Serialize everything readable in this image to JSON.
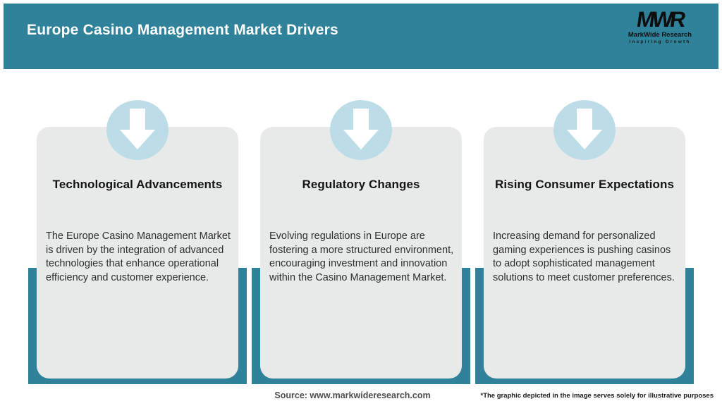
{
  "header": {
    "title": "Europe Casino Management Market Drivers",
    "logo": {
      "acronym": "MWR",
      "name": "MarkWide Research",
      "tagline": "Inspiring Growth"
    }
  },
  "cards": [
    {
      "icon": "down-arrow-icon",
      "title": "Technological Advancements",
      "description": "The Europe Casino Management Market is driven by the integration of advanced technologies that enhance operational efficiency and customer experience."
    },
    {
      "icon": "down-arrow-icon",
      "title": "Regulatory Changes",
      "description": "Evolving regulations in Europe are fostering a more structured environment, encouraging investment and innovation within the Casino Management Market."
    },
    {
      "icon": "down-arrow-icon",
      "title": "Rising Consumer Expectations",
      "description": "Increasing demand for personalized gaming experiences is pushing casinos to adopt sophisticated management solutions to meet customer preferences."
    }
  ],
  "footer": {
    "source": "Source: www.markwideresearch.com",
    "disclaimer": "*The graphic depicted in the image serves solely for illustrative purposes"
  },
  "colors": {
    "teal": "#2F829A",
    "circle_blue": "#BCDDE8",
    "card_bg": "#E8EAEA"
  }
}
